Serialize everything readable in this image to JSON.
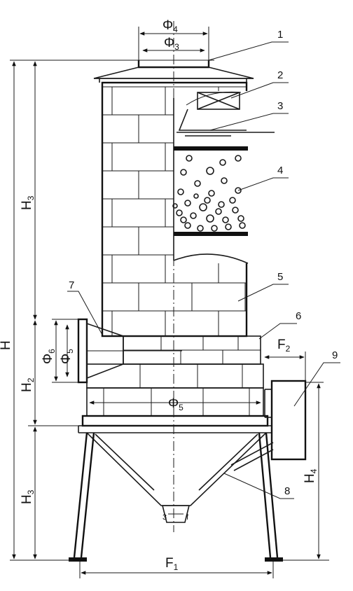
{
  "callouts": [
    "1",
    "2",
    "3",
    "4",
    "5",
    "6",
    "7",
    "8",
    "9"
  ],
  "dimensions": {
    "phi4": {
      "main": "Φ",
      "sub": "4"
    },
    "phi3": {
      "main": "Φ",
      "sub": "3"
    },
    "phi5_top": {
      "main": "Φ",
      "sub": "5"
    },
    "phi6": {
      "main": "Φ",
      "sub": "6"
    },
    "phi5_mid": {
      "main": "Φ",
      "sub": "5"
    },
    "H": {
      "main": "H",
      "sub": ""
    },
    "H3_upper": {
      "main": "H",
      "sub": "3"
    },
    "H2": {
      "main": "H",
      "sub": "2"
    },
    "H3_lower": {
      "main": "H",
      "sub": "3"
    },
    "H4": {
      "main": "H",
      "sub": "4"
    },
    "F1": {
      "main": "F",
      "sub": "1"
    },
    "F2": {
      "main": "F",
      "sub": "2"
    }
  }
}
